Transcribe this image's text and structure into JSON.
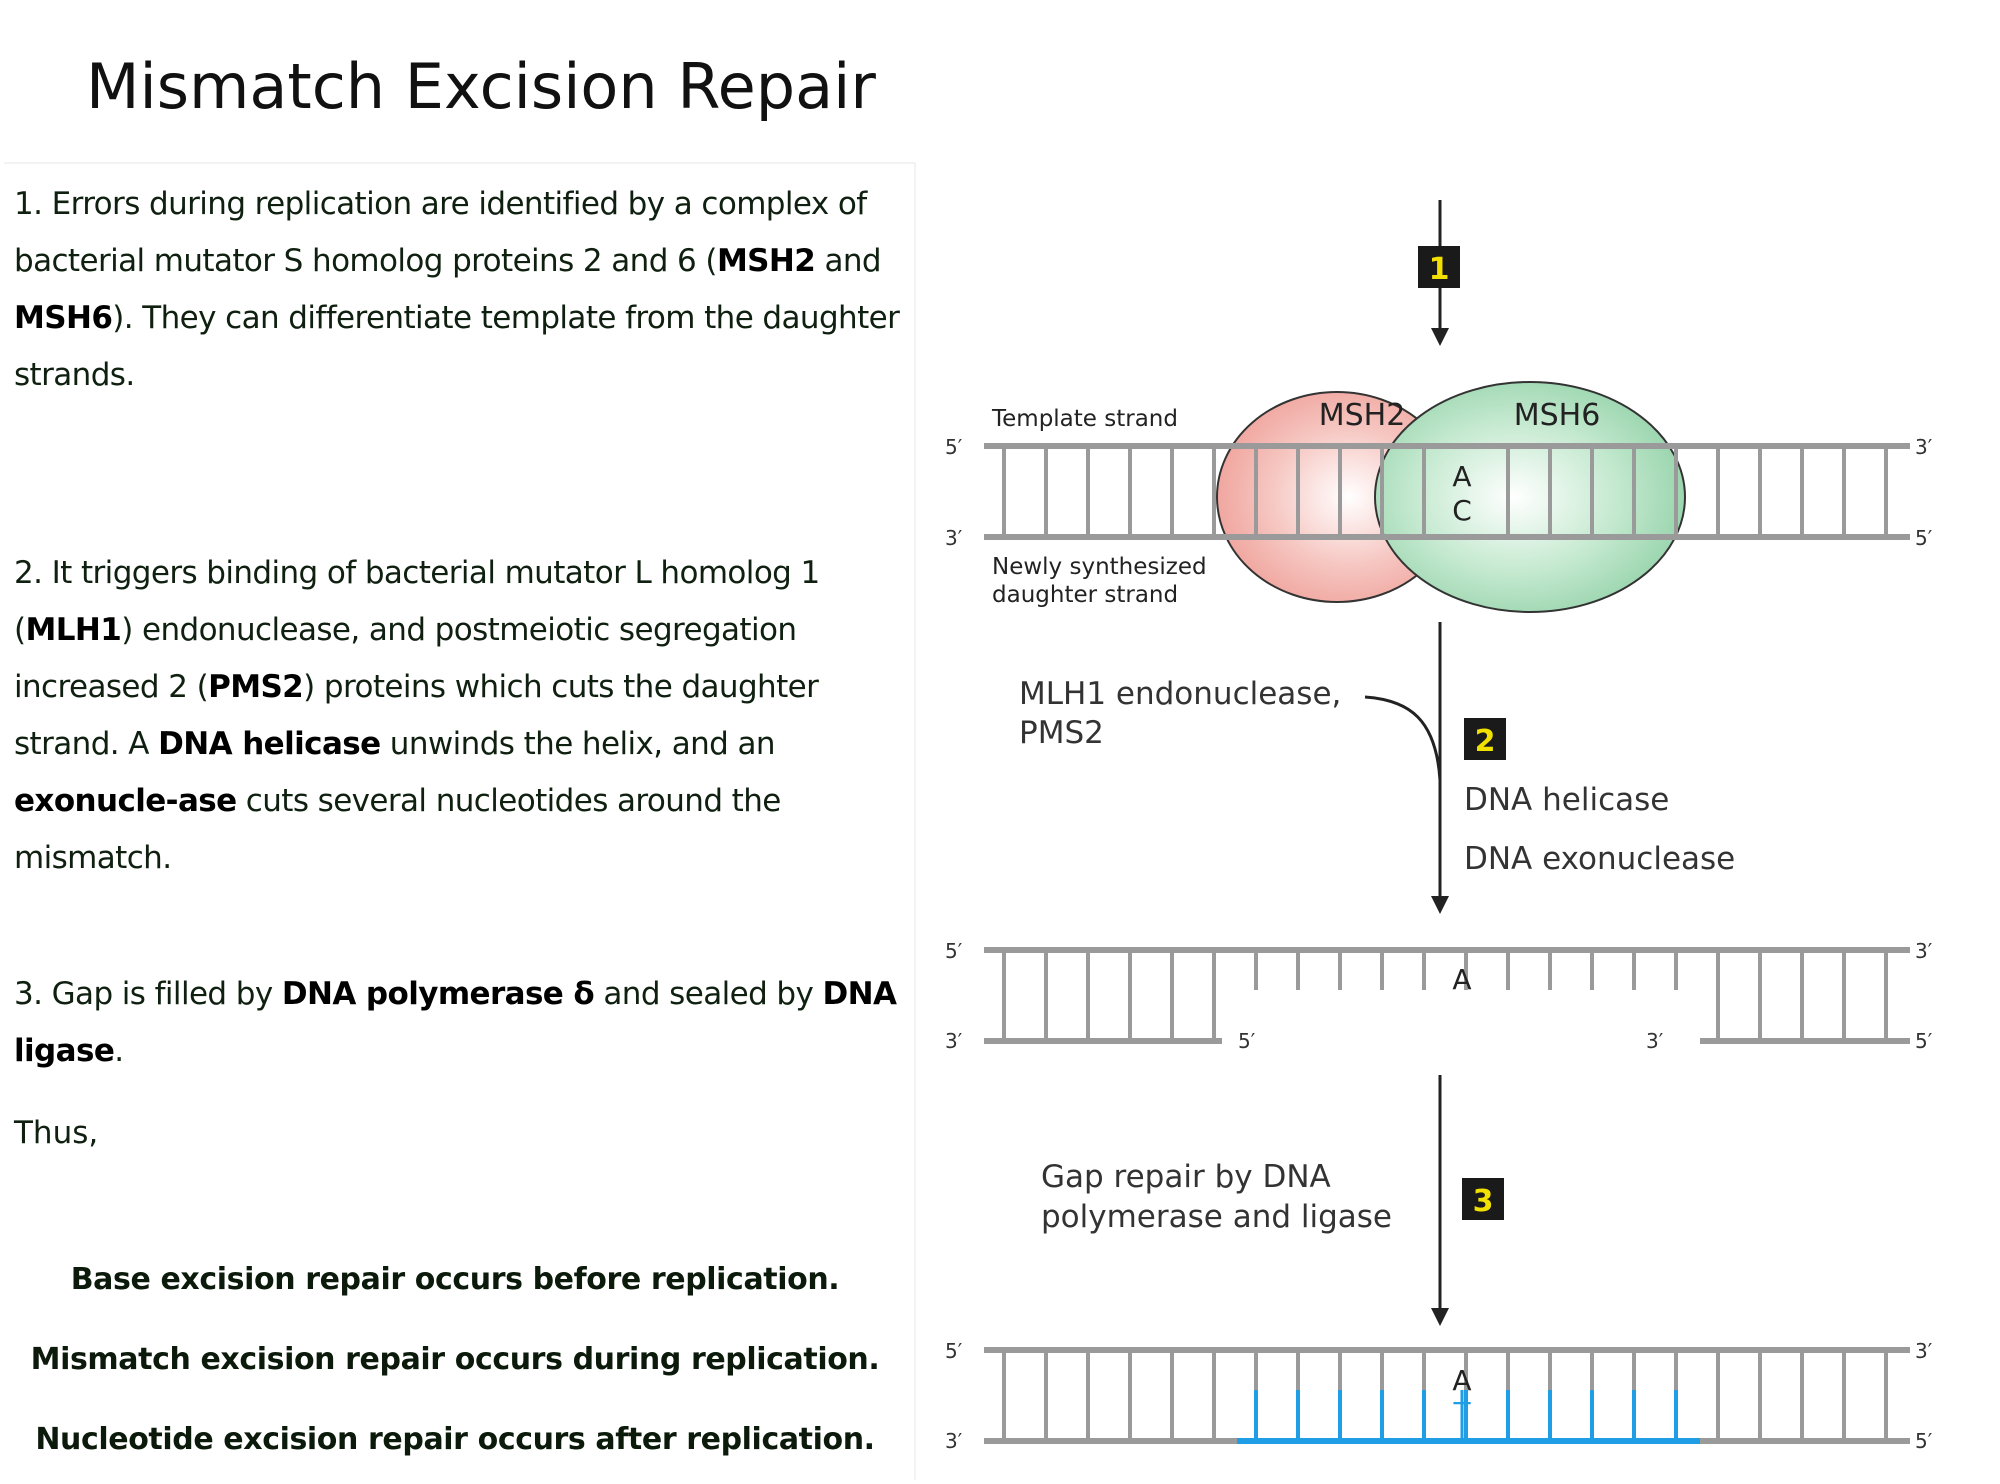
{
  "title": "Mismatch Excision Repair",
  "steps": [
    {
      "parts": [
        {
          "t": "1. Errors during replication are identified by a complex of bacterial mutator S homolog proteins 2 and 6 (",
          "b": false
        },
        {
          "t": "MSH2",
          "b": true
        },
        {
          "t": " and ",
          "b": false
        },
        {
          "t": "MSH6",
          "b": true
        },
        {
          "t": "). They can differentiate template from the daughter strands.",
          "b": false
        }
      ]
    },
    {
      "parts": [
        {
          "t": "2. It triggers binding of bacterial mutator L homolog 1 (",
          "b": false
        },
        {
          "t": "MLH1",
          "b": true
        },
        {
          "t": ") endonuclease, and postmeiotic segregation increased 2 (",
          "b": false
        },
        {
          "t": "PMS2",
          "b": true
        },
        {
          "t": ") proteins which cuts the daughter strand. A ",
          "b": false
        },
        {
          "t": "DNA helicase",
          "b": true
        },
        {
          "t": " unwinds the helix, and an ",
          "b": false
        },
        {
          "t": "exonucle-ase",
          "b": true
        },
        {
          "t": " cuts several nucleotides around the mismatch.",
          "b": false
        }
      ]
    },
    {
      "parts": [
        {
          "t": "3.  Gap is filled by ",
          "b": false
        },
        {
          "t": "DNA polymerase δ",
          "b": true
        },
        {
          "t": " and sealed by ",
          "b": false
        },
        {
          "t": "DNA ligase",
          "b": true
        },
        {
          "t": ".",
          "b": false
        }
      ]
    }
  ],
  "thus": "Thus,",
  "summary": [
    "Base excision repair occurs before replication.",
    "Mismatch excision repair occurs during replication.",
    "Nucleotide excision repair occurs after replication."
  ],
  "diagram": {
    "step_numbers": [
      "1",
      "2",
      "3"
    ],
    "template_label": "Template strand",
    "daughter_label_1": "Newly synthesized",
    "daughter_label_2": "daughter strand",
    "msh2": "MSH2",
    "msh6": "MSH6",
    "base_a": "A",
    "base_c": "C",
    "base_t": "T",
    "five_prime": "5′",
    "three_prime": "3′",
    "mlh1_label_1": "MLH1 endonuclease,",
    "mlh1_label_2": "PMS2",
    "helicase": "DNA helicase",
    "exonuclease": "DNA exonuclease",
    "gap_label_1": "Gap repair by DNA",
    "gap_label_2": "polymerase and ligase"
  },
  "colors": {
    "strand_gray": "#9a9a9a",
    "msh2_fill": "#f4b7b3",
    "msh6_fill": "#b7e2c4",
    "step_box": "#1a1a1a",
    "step_number": "#f2e000",
    "new_dna_blue": "#1f9ee6"
  }
}
